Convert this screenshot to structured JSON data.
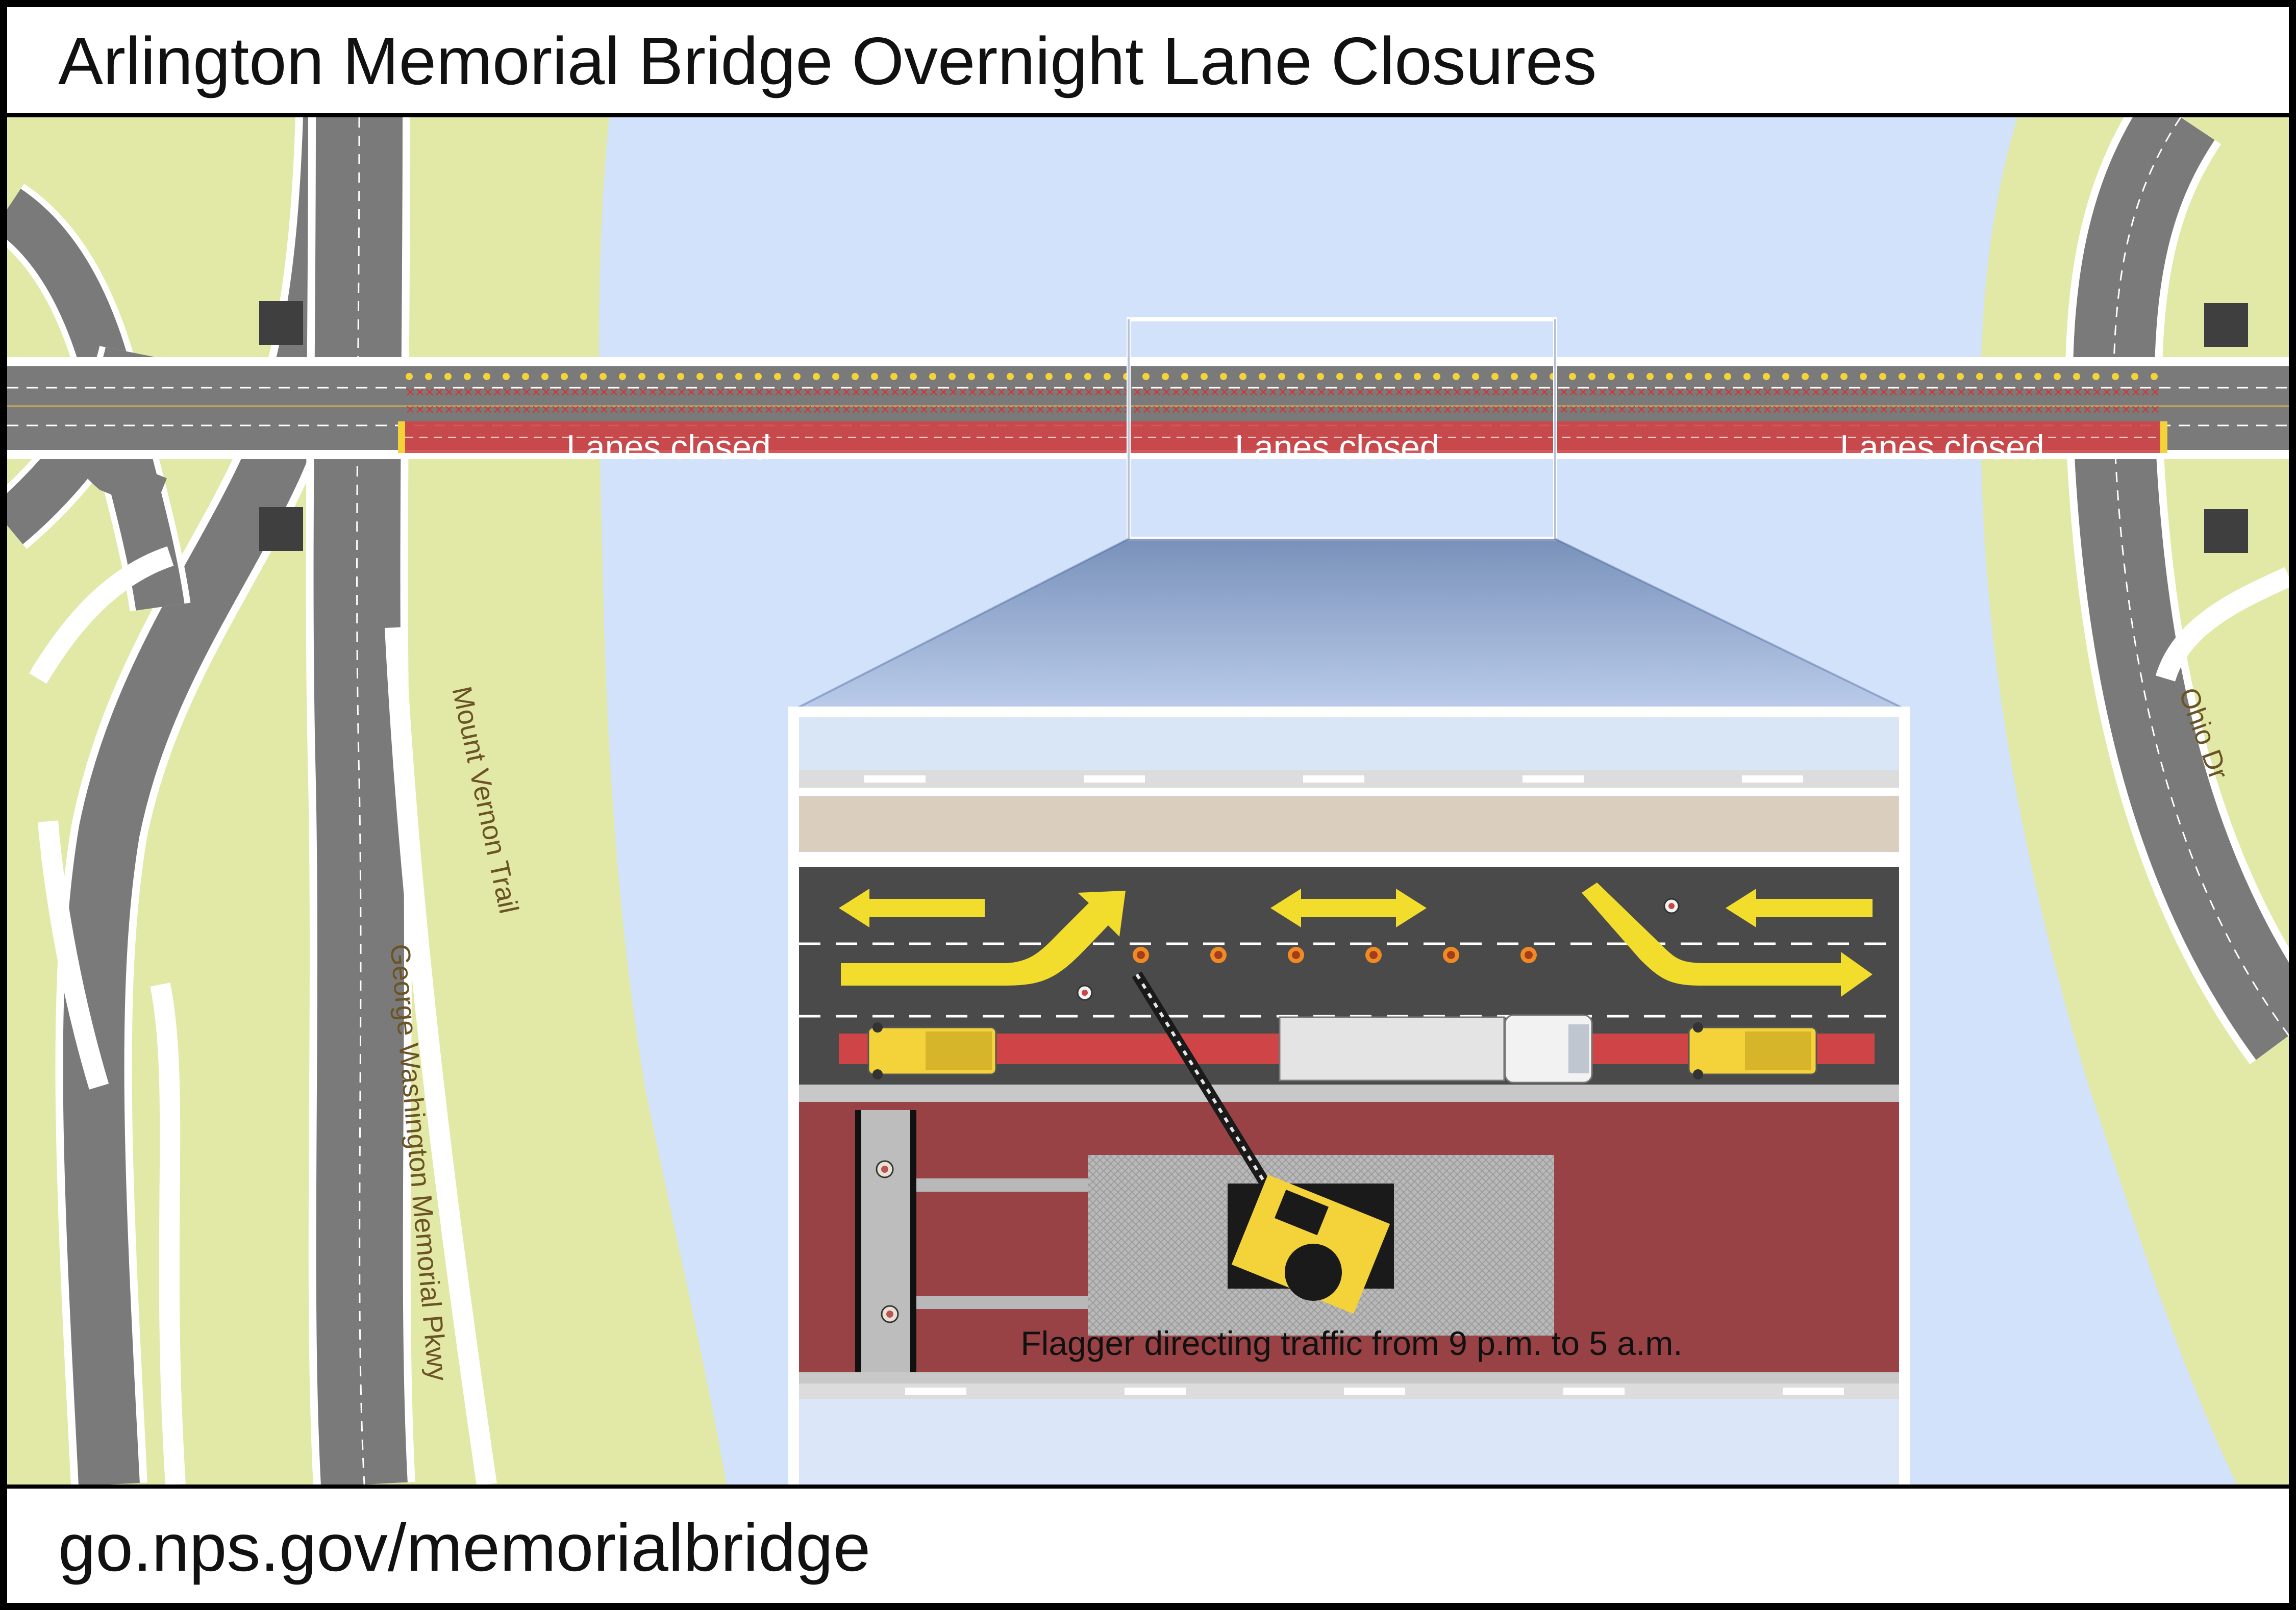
{
  "title": "Arlington Memorial Bridge Overnight Lane Closures",
  "footer": {
    "url": "go.nps.gov/memorialbridge"
  },
  "map": {
    "road_labels": {
      "mount_vernon_trail": "Mount Vernon Trail",
      "gw_parkway": "George Washington Memorial Pkwy",
      "ohio_dr": "Ohio Dr"
    },
    "closure_labels": [
      "Lanes closed",
      "Lanes closed",
      "Lanes closed"
    ],
    "inset_caption": "Flagger directing traffic from 9 p.m. to 5 a.m."
  },
  "colors": {
    "land": "#e2e8a6",
    "water": "#d3e2fb",
    "road": "#7a7a7a",
    "closure": "#cf4447",
    "cone_dots": "#f3d23a",
    "x_marks": "#d93030",
    "arrows": "#f3dd2c",
    "work_deck": "#984245"
  },
  "icons": [
    "bridge-pier-icon",
    "crane-icon",
    "truck-icon",
    "worker-icon",
    "traffic-cone-icon",
    "arrow-icon"
  ]
}
